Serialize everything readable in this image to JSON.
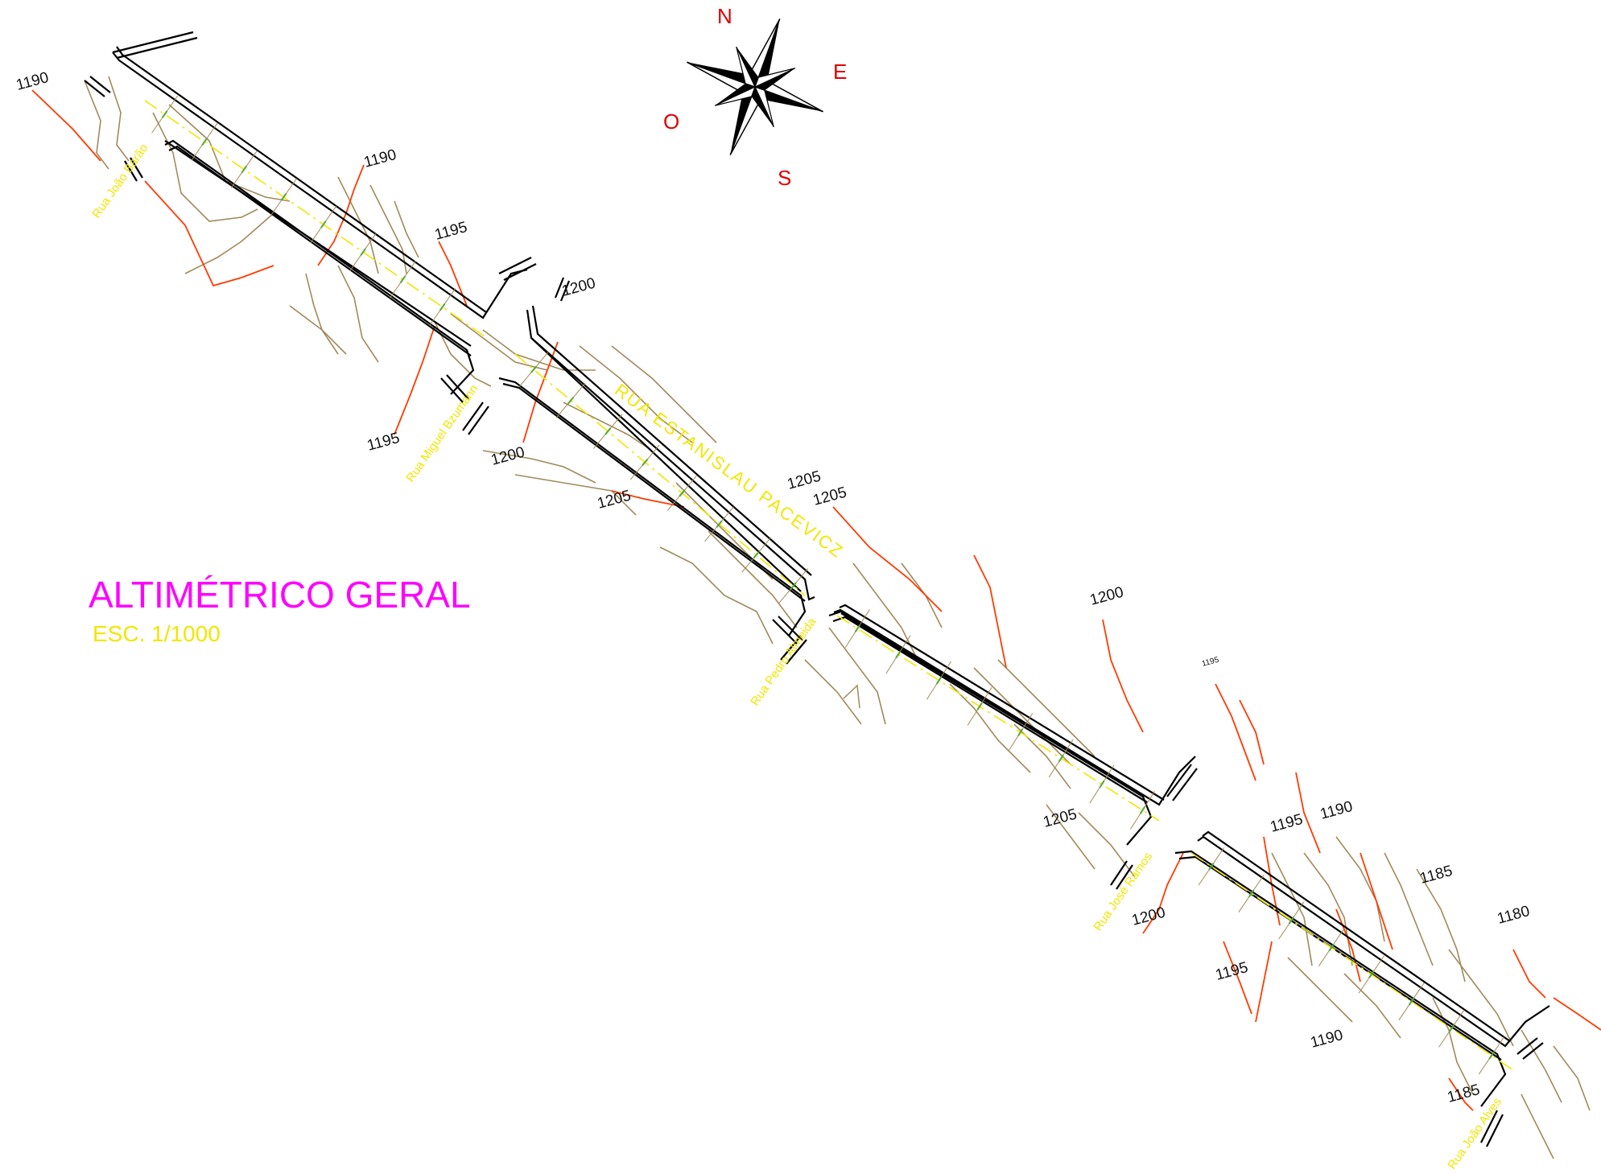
{
  "title": "ALTIMÉTRICO GERAL",
  "scale": "ESC. 1/1000",
  "main_street": "RUA ESTANISLAU PACEVICZ",
  "streets": [
    "Rua João Barão",
    "Rua Miguel Bzumann",
    "Rua Pedro Almeida",
    "Rua José Ramos",
    "Rua João Alves"
  ],
  "compass": {
    "n": "N",
    "e": "E",
    "s": "S",
    "w": "O"
  },
  "elevation_labels": [
    "1190",
    "1190",
    "1195",
    "1195",
    "1200",
    "1200",
    "1205",
    "1205",
    "1205",
    "1200",
    "1205",
    "1195",
    "1195",
    "1190",
    "1200",
    "1195",
    "1185",
    "1180",
    "1190",
    "1185"
  ],
  "colors": {
    "title": "#ff00ff",
    "street_labels": "#f2e600",
    "master_contour": "#ff3a00",
    "contour": "#a08a5a",
    "road": "#000000",
    "centerline": "#f2e600",
    "stations": "#00c000",
    "compass_letters": "#e00000"
  }
}
